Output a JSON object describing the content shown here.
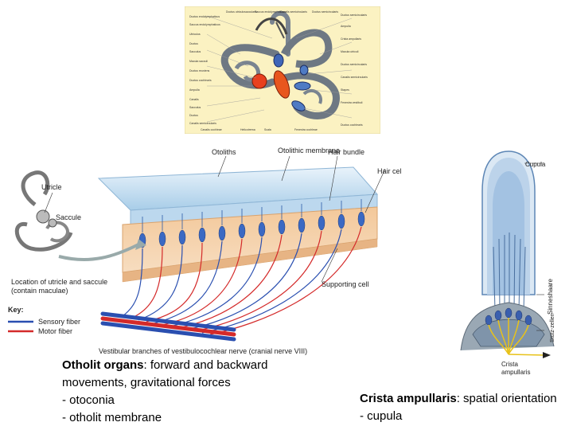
{
  "top_figure": {
    "labels_left": [
      "Ductus endolymphaticus",
      "Saccus endolymphaticus",
      "Utriculus",
      "Ductus",
      "Sacculus",
      "Macula sacculi",
      "Ductus reuniens",
      "Ductus cochlearis",
      "Ampulla",
      "Canalis",
      "Sacculus",
      "Ductus",
      "Canalis semicircularis"
    ],
    "labels_right": [
      "Ductus semicircularis",
      "Ampulla",
      "Crista ampullaris",
      "Macula utriculi",
      "Ductus semicircularis",
      "Canalis semicircularis",
      "Stapes",
      "Fenestra vestibuli",
      "Ductus cochlearis"
    ],
    "labels_top": [
      "Ductus utriculosaccularis",
      "Saccus endolymphaticus",
      "Canalis semicircularis",
      "Ductus semicircularis"
    ],
    "labels_bottom": [
      "Canalis cochleae",
      "Helicotrema",
      "Scala",
      "Fenestra cochleae"
    ]
  },
  "otolith_figure": {
    "otoliths": "Otoliths",
    "otolithic_membrane": "Otolithic membrane",
    "hair_bundle": "Hair bundle",
    "hair_cell": "Hair cell",
    "utricle": "Utricle",
    "saccule": "Saccule",
    "location_label": "Location of utricle and saccule",
    "location_sub": "(contain maculae)",
    "supporting_cell": "Supporting cell",
    "key_title": "Key:",
    "key_sensory": "Sensory fiber",
    "key_motor": "Motor fiber",
    "nerve_label": "Vestibular branches of vestibulocochlear nerve (cranial nerve VIII)",
    "colors": {
      "sensory": "#2a4fb0",
      "motor": "#d42a2a"
    }
  },
  "crista_figure": {
    "cupula": "Cupula",
    "sinneshaare": "Sinneshaare",
    "stuetzzellen": "Stütz-zellen",
    "crista_label_1": "Crista",
    "crista_label_2": "ampullaris"
  },
  "caption_left": {
    "title_bold": "Otholit organs",
    "title_rest": ": forward and backward",
    "line2": "movements, gravitational forces",
    "bullet1": "-  otoconia",
    "bullet2": "-  otholit membrane"
  },
  "caption_right": {
    "title_bold": "Crista ampullaris",
    "title_rest": ": spatial orientation",
    "bullet1": "-  cupula"
  }
}
